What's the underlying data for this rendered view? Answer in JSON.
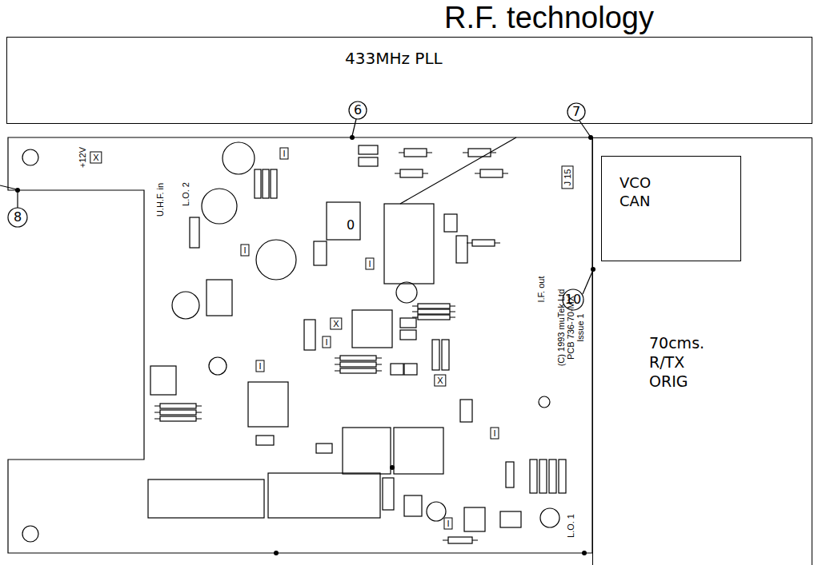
{
  "diagram": {
    "title": "R.F. technology",
    "nodes": [
      {
        "text": [
          "433MHz PLL"
        ]
      },
      {
        "text": [
          "70cms. R/TX ORIG"
        ]
      },
      {
        "text": [
          "VCO CAN"
        ],
        "in": 1
      }
    ],
    "labels": [
      "6",
      "7",
      "8",
      "10",
      "+12V",
      "X",
      "L.O. 2",
      "U.H.F. in",
      "J 15",
      "I.F. out",
      "(C) 1993 muTek Ltd",
      "PCB 736-70-MX",
      "Issue 1",
      "L.O. 1",
      "0",
      "X",
      "X",
      "I",
      "I",
      "I",
      "I",
      "I",
      "I",
      "I"
    ]
  }
}
